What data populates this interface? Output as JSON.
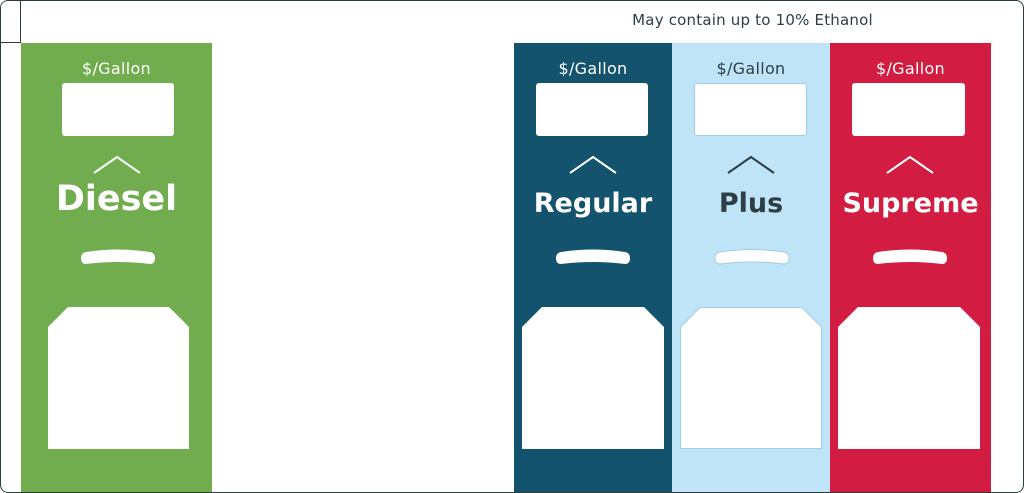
{
  "header": {
    "ethanol_note": "May contain up to 10% Ethanol"
  },
  "colors": {
    "diesel": "#71ad4e",
    "regular": "#13536d",
    "plus": "#bfe4f7",
    "supreme": "#d21c42",
    "light_text": "#ffffff",
    "dark_text": "#2d3e45"
  },
  "columns": {
    "diesel": {
      "price_label": "$/Gallon",
      "grade": "Diesel"
    },
    "regular": {
      "price_label": "$/Gallon",
      "grade": "Regular"
    },
    "plus": {
      "price_label": "$/Gallon",
      "grade": "Plus"
    },
    "supreme": {
      "price_label": "$/Gallon",
      "grade": "Supreme"
    }
  }
}
